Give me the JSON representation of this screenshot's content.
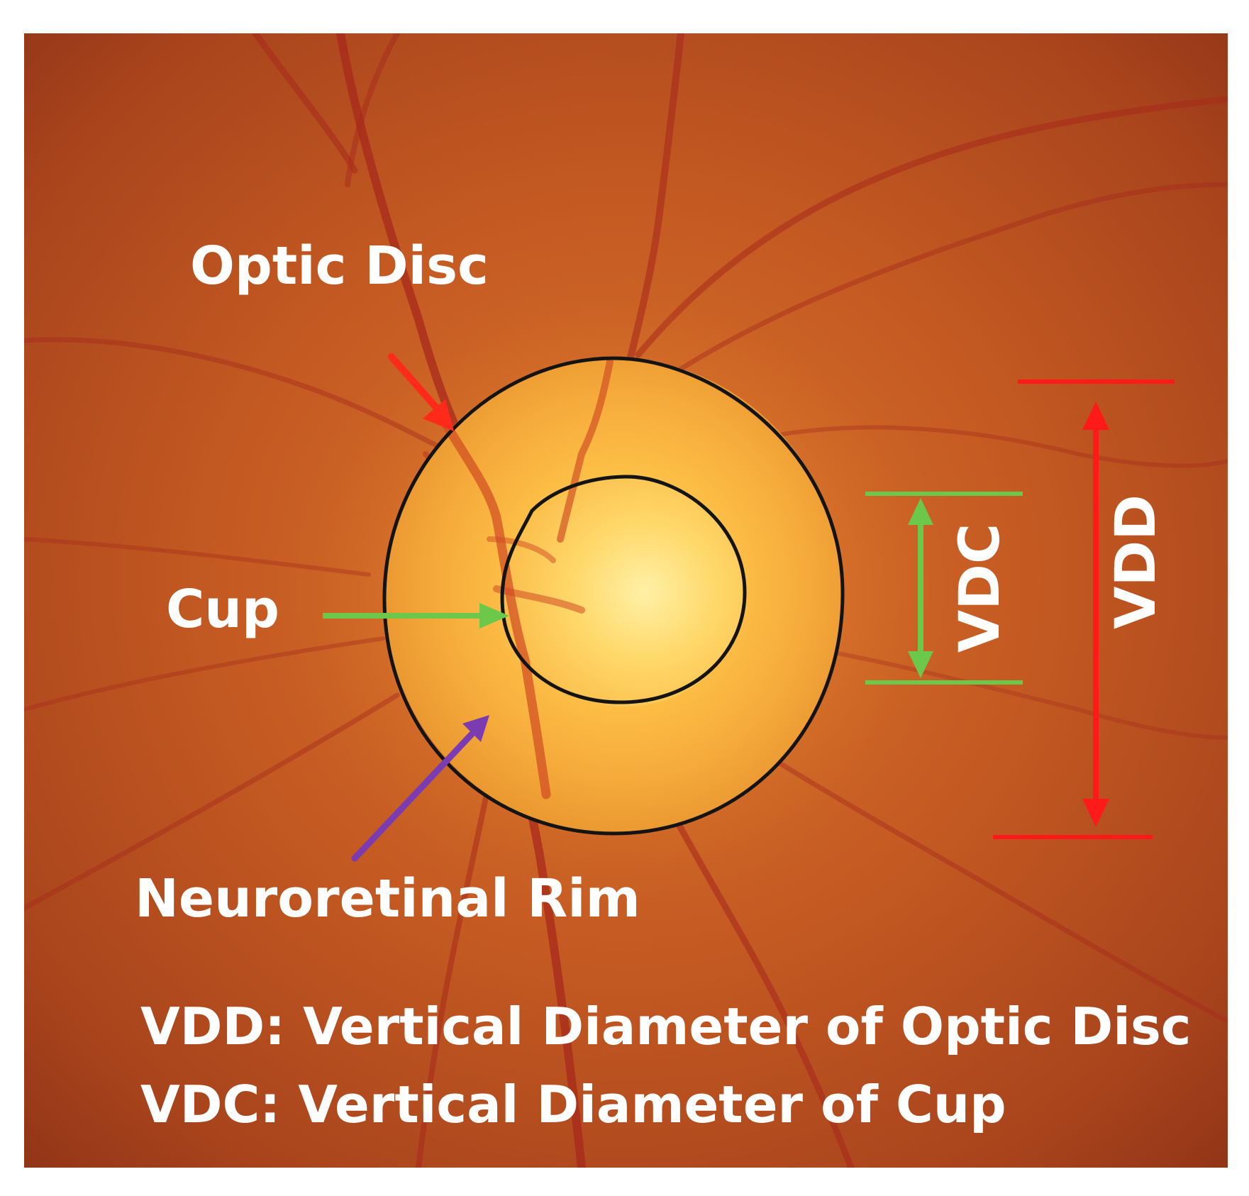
{
  "labels": {
    "optic_disc": "Optic Disc",
    "cup": "Cup",
    "neuroretinal_rim": "Neuroretinal Rim",
    "vdc": "VDC",
    "vdd": "VDD"
  },
  "legend": {
    "vdd_definition": "VDD: Vertical Diameter of Optic Disc",
    "vdc_definition": "VDC: Vertical Diameter of Cup"
  },
  "colors": {
    "optic_disc_arrow": "#ff2a1a",
    "cup_arrow": "#6cc84a",
    "rim_arrow": "#7a3cb0",
    "vdd_marker": "#ff1a1a",
    "vdc_marker": "#6cc84a",
    "contour": "#141414",
    "text": "#ffffff"
  }
}
